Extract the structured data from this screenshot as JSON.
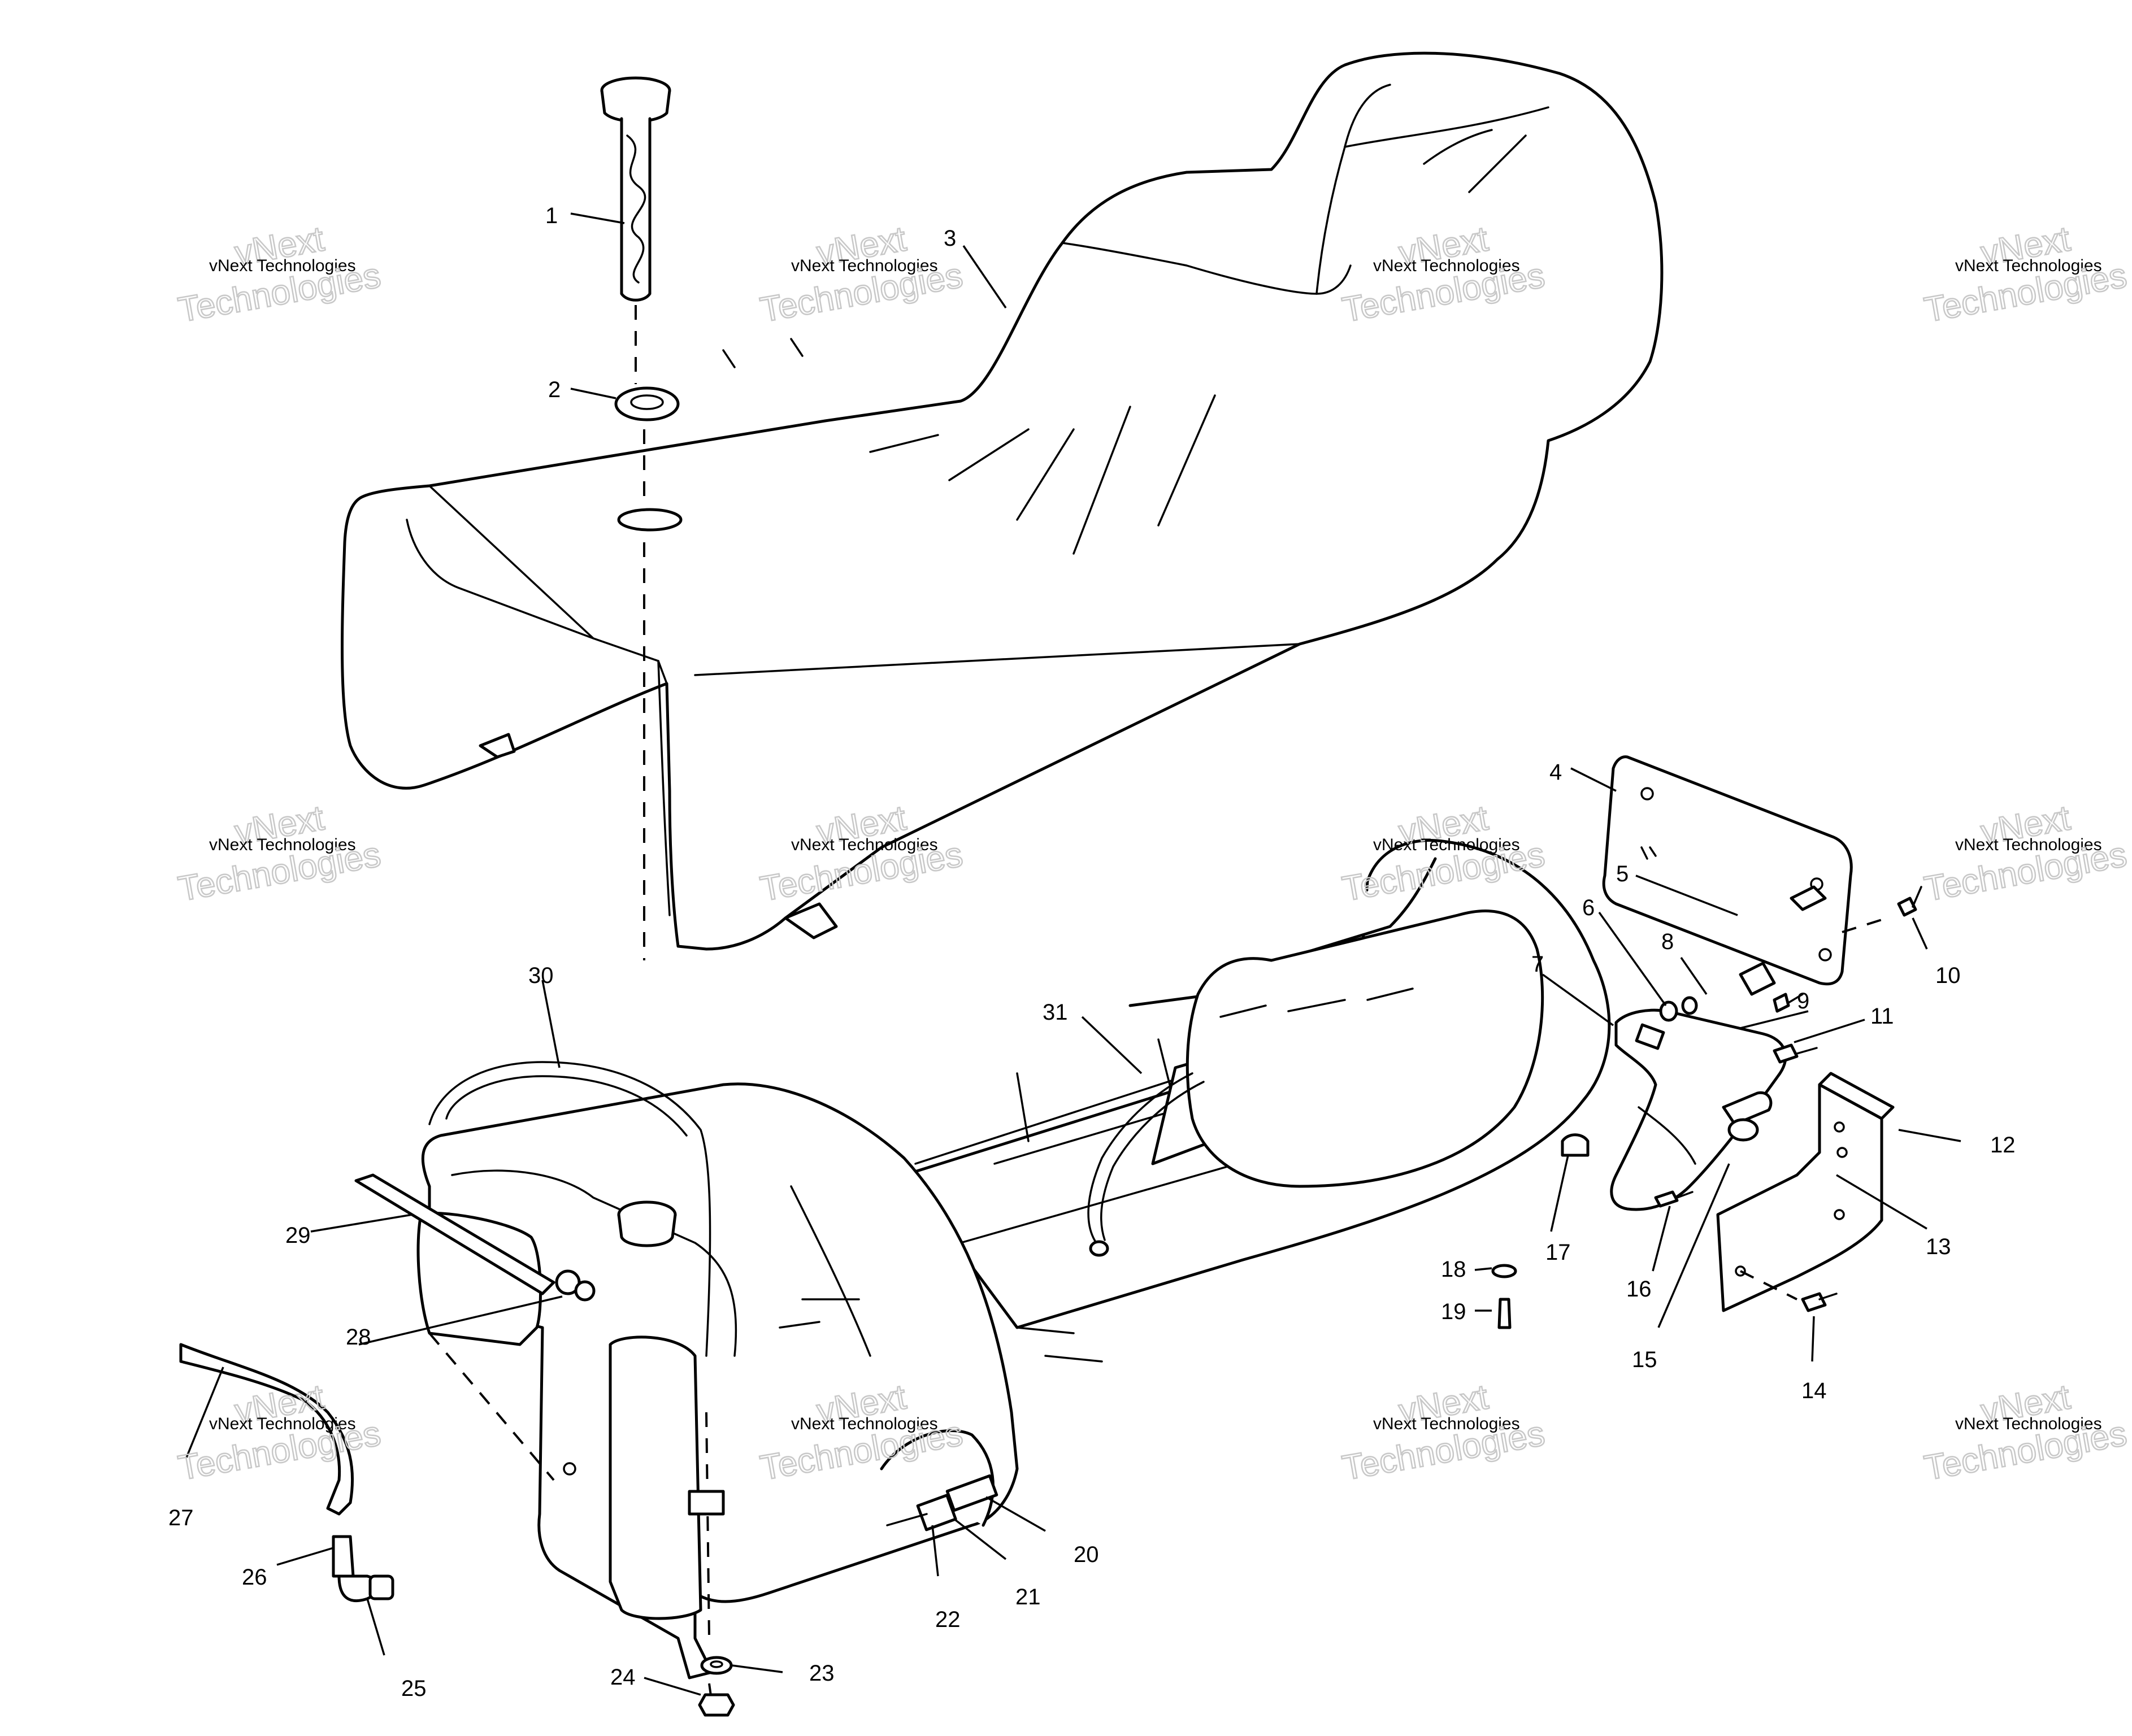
{
  "diagram": {
    "callouts": [
      "1",
      "2",
      "3",
      "4",
      "5",
      "6",
      "7",
      "8",
      "9",
      "10",
      "11",
      "12",
      "13",
      "14",
      "15",
      "16",
      "17",
      "18",
      "19",
      "20",
      "21",
      "22",
      "23",
      "24",
      "25",
      "26",
      "27",
      "28",
      "29",
      "30",
      "31"
    ],
    "watermark": {
      "line": "vNext Technologies",
      "big_top": "vNext",
      "big_bottom": "Technologies"
    }
  }
}
